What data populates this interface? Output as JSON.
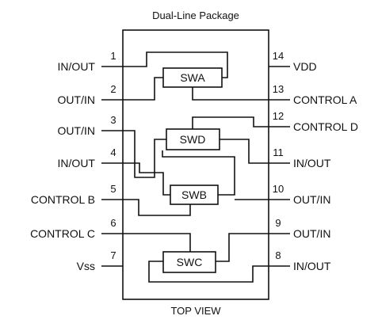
{
  "package_title": "Dual-Line Package",
  "footer": "TOP VIEW",
  "left_pins": [
    {
      "number": "1",
      "label": "IN/OUT"
    },
    {
      "number": "2",
      "label": "OUT/IN"
    },
    {
      "number": "3",
      "label": "OUT/IN"
    },
    {
      "number": "4",
      "label": "IN/OUT"
    },
    {
      "number": "5",
      "label": "CONTROL B"
    },
    {
      "number": "6",
      "label": "CONTROL C"
    },
    {
      "number": "7",
      "label": "Vss"
    }
  ],
  "right_pins": [
    {
      "number": "14",
      "label": "VDD"
    },
    {
      "number": "13",
      "label": "CONTROL A"
    },
    {
      "number": "12",
      "label": "CONTROL D"
    },
    {
      "number": "11",
      "label": "IN/OUT"
    },
    {
      "number": "10",
      "label": "OUT/IN"
    },
    {
      "number": "9",
      "label": "OUT/IN"
    },
    {
      "number": "8",
      "label": "IN/OUT"
    }
  ],
  "switches": {
    "swa": "SWA",
    "swb": "SWB",
    "swc": "SWC",
    "swd": "SWD"
  },
  "colors": {
    "ink": "#111111",
    "background": "#ffffff"
  }
}
